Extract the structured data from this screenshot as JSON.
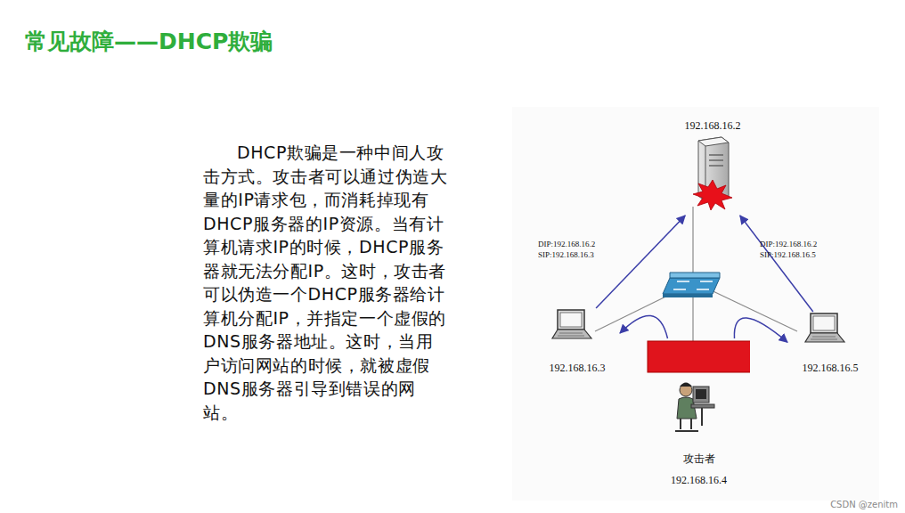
{
  "diagram": {
    "title": "常见故障——DHCP欺骗",
    "nodes": [
      {
        "text": [
          "192.168.16.2"
        ]
      },
      {
        "text": [
          "192.168.16.3"
        ]
      },
      {
        "text": [
          "192.168.16.5"
        ]
      },
      {
        "text": [
          "攻击者",
          "192.168.16.4"
        ]
      }
    ],
    "edges": [
      {
        "from": 1,
        "to": 0,
        "arrow": "to"
      },
      {
        "from": 2,
        "to": 0,
        "arrow": "to"
      },
      {
        "from": 3,
        "to": 1,
        "arrow": "to"
      },
      {
        "from": 3,
        "to": 2,
        "arrow": "to"
      }
    ],
    "labels": [
      "DHCP欺骗是一种中间人攻击方式。攻击者可以通过伪造大量的IP请求包，而消耗掉现有DHCP服务器的IP资源。当有计算机请求IP的时候，DHCP服务器就无法分配IP。这时，攻击者可以伪造一个DHCP服务器给计算机分配IP，并指定一个虚假的DNS服务器地址。这时，当用户访问网站的时候，就被虚假DNS服务器引导到错误的网站。",
      "DIP:192.168.16.2 SIP:192.168.16.3",
      "DIP:192.168.16.2 SIP:192.168.16.5",
      "CSDN @zenitm"
    ]
  }
}
